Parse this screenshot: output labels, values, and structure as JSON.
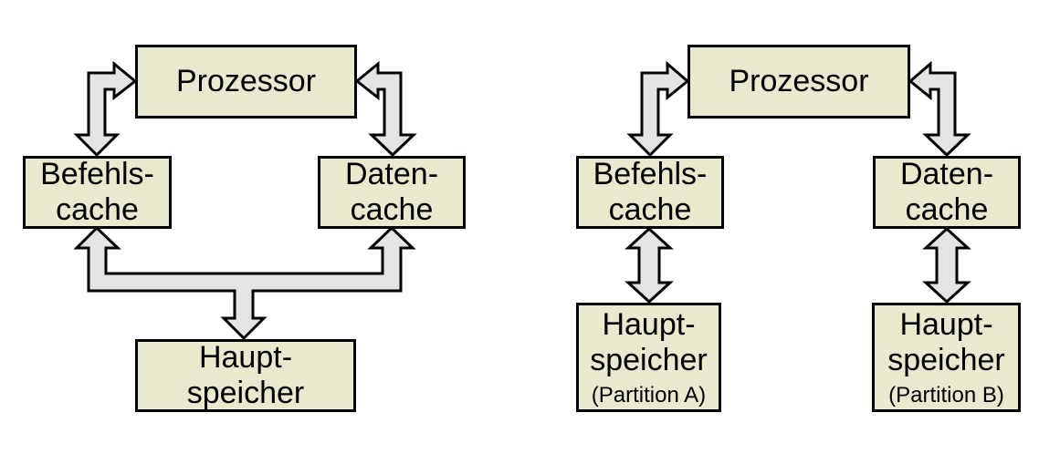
{
  "style": {
    "box_fill": "#e9e9ce",
    "box_border": "#000000",
    "arrow_fill": "#e4e4e4",
    "arrow_stroke": "#000000",
    "text_color": "#000000",
    "canvas_bg": "#ffffff"
  },
  "diagram_left": {
    "nodes": {
      "prozessor": {
        "label": "Prozessor"
      },
      "befehls_cache": {
        "line1": "Befehls-",
        "line2": "cache"
      },
      "daten_cache": {
        "line1": "Daten-",
        "line2": "cache"
      },
      "hauptspeicher": {
        "line1": "Haupt-",
        "line2": "speicher"
      }
    }
  },
  "diagram_right": {
    "nodes": {
      "prozessor": {
        "label": "Prozessor"
      },
      "befehls_cache": {
        "line1": "Befehls-",
        "line2": "cache"
      },
      "daten_cache": {
        "line1": "Daten-",
        "line2": "cache"
      },
      "hauptspeicher_a": {
        "line1": "Haupt-",
        "line2": "speicher",
        "note": "(Partition A)"
      },
      "hauptspeicher_b": {
        "line1": "Haupt-",
        "line2": "speicher",
        "note": "(Partition B)"
      }
    }
  }
}
